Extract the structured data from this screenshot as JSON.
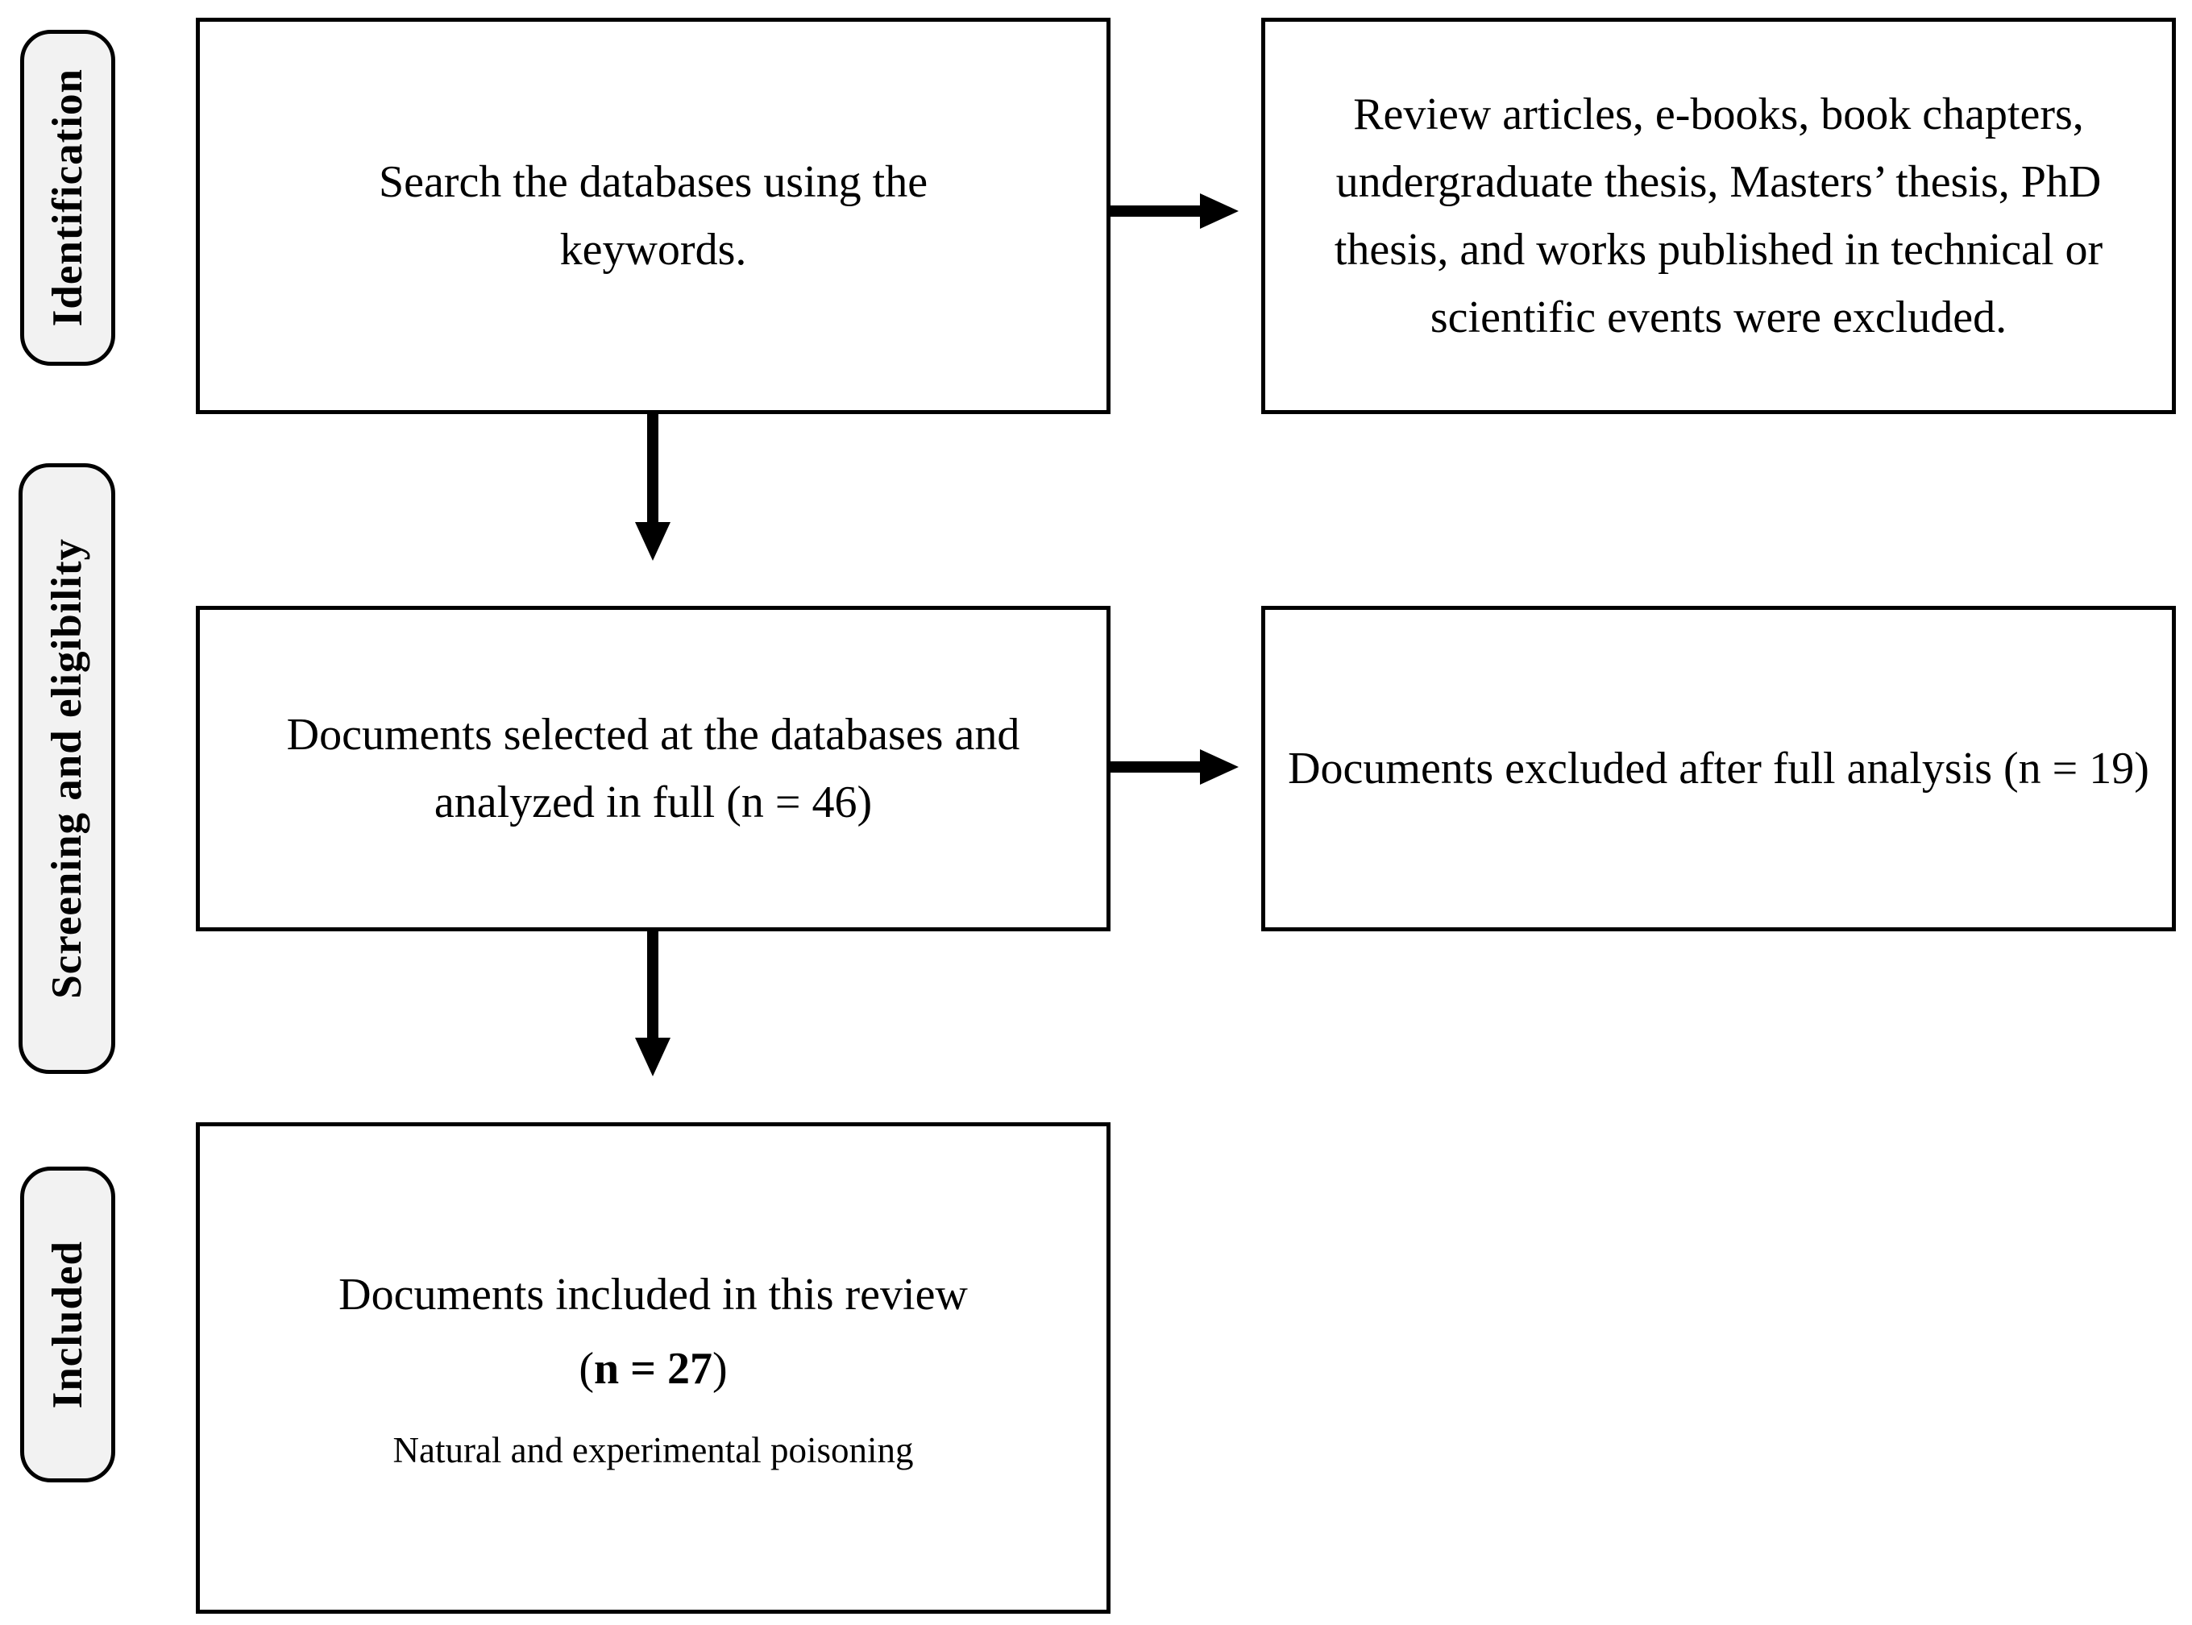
{
  "diagram": {
    "stages": [
      {
        "id": "identification",
        "label": "Identification"
      },
      {
        "id": "screening",
        "label": "Screening and eligibility"
      },
      {
        "id": "included",
        "label": "Included"
      }
    ],
    "boxes": {
      "search": {
        "text": "Search the databases using the keywords."
      },
      "review_excluded": {
        "text": "Review articles, e-books, book chapters, undergraduate thesis, Masters’ thesis, PhD thesis, and works published in technical or scientific events were excluded."
      },
      "selected": {
        "text": "Documents selected at the databases and analyzed in full (n = 46)"
      },
      "excluded_analysis": {
        "text": "Documents excluded after full analysis (n = 19)"
      },
      "included": {
        "line1": "Documents included in this review",
        "n_open": "(",
        "n_value": "n = 27",
        "n_close": ")",
        "subtitle": "Natural and experimental poisoning"
      }
    },
    "counts": {
      "analyzed_in_full": 46,
      "excluded_after_full_analysis": 19,
      "included_in_review": 27
    },
    "colors": {
      "background": "#ffffff",
      "box_fill": "#ffffff",
      "box_border": "#000000",
      "stage_fill": "#f2f2f2",
      "text": "#000000",
      "arrow": "#000000"
    }
  }
}
